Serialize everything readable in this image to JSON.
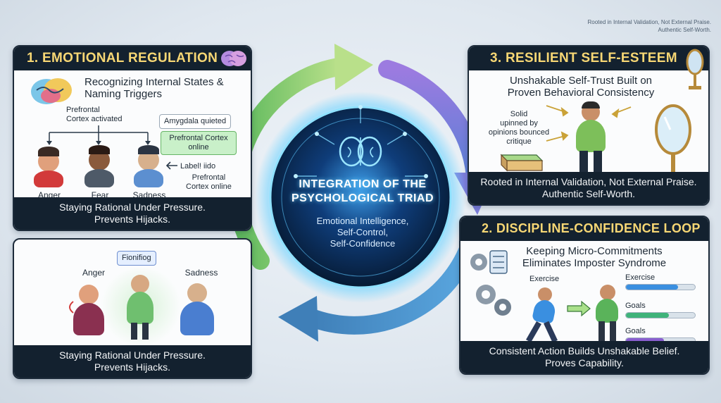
{
  "topright": {
    "line1": "Rooted in Internal Validation, Not External Praise.",
    "line2": "Authentic Self-Worth."
  },
  "center": {
    "title_line1": "INTEGRATION OF THE",
    "title_line2": "PSYCHOLOGICAL TRIAD",
    "sub_line1": "Emotional Intelligence,",
    "sub_line2": "Self-Control,",
    "sub_line3": "Self-Confidence"
  },
  "panel1": {
    "title": "1. EMOTIONAL REGULATION",
    "subtitle_line1": "Recognizing Internal States &",
    "subtitle_line2": "Naming Triggers",
    "prefrontal_line1": "Prefrontal",
    "prefrontal_line2": "Cortex activated",
    "amygdala": "Amygdala quieted",
    "pfc_online_line1": "Prefrontal Cortex",
    "pfc_online_line2": "online",
    "label_it": "Label! iido",
    "pfc2_line1": "Prefrontal",
    "pfc2_line2": "Cortex online",
    "faces": [
      "Anger",
      "Fear",
      "Sadness"
    ],
    "footer_line1": "Staying Rational Under Pressure.",
    "footer_line2": "Prevents Hijacks."
  },
  "panel1b": {
    "bubble": "Fionifiog",
    "left_label": "Anger",
    "right_label": "Sadness",
    "footer_line1": "Staying Rational Under Pressure.",
    "footer_line2": "Prevents Hijacks."
  },
  "panel3": {
    "title": "3. RESILIENT SELF-ESTEEM",
    "subtitle_line1": "Unshakable Self-Trust Built on",
    "subtitle_line2": "Proven Behavioral Consistency",
    "note_line1": "Solid",
    "note_line2": "upinned by",
    "note_line3": "opinions bounced",
    "note_line4": "critique",
    "footer_line1": "Rooted in Internal Validation, Not External Praise.",
    "footer_line2": "Authentic Self-Worth."
  },
  "panel2": {
    "title": "2. DISCIPLINE-CONFIDENCE LOOP",
    "subtitle_line1": "Keeping Micro-Commitments",
    "subtitle_line2": "Eliminates Imposter Syndrome",
    "exercise_label": "Exercise",
    "bars": [
      {
        "label": "Exercise",
        "value": 0.75,
        "color": "#3a8fe0"
      },
      {
        "label": "Goals",
        "value": 0.62,
        "color": "#3fb37a"
      },
      {
        "label": "Goals",
        "value": 0.55,
        "color": "#8a5fd0"
      }
    ],
    "footer_line1": "Consistent Action Builds Unshakable Belief.",
    "footer_line2": "Proves Capability."
  },
  "colors": {
    "header_bg": "#13212f",
    "header_text": "#f7d774",
    "accent_green": "#7cc96a",
    "accent_purple": "#8b6fd6",
    "accent_blue": "#4aa3df",
    "glow": "#6fd3ff"
  }
}
